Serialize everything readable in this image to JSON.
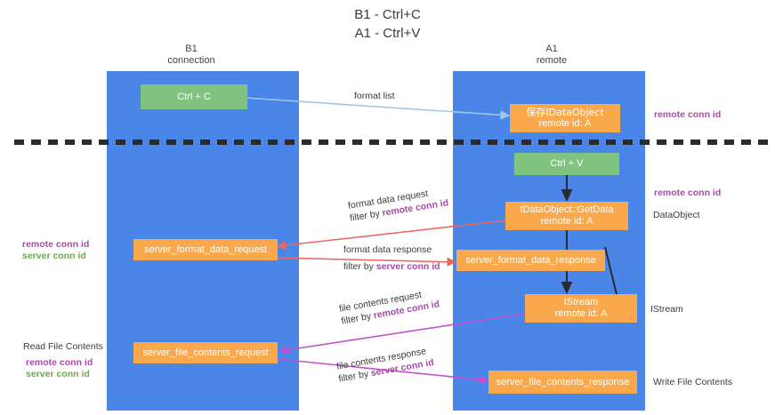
{
  "title": {
    "line1": "B1 - Ctrl+C",
    "line2": "A1 - Ctrl+V"
  },
  "lanes": [
    {
      "id": "b1",
      "name": "B1",
      "sub": "connection",
      "color": "#4a86e8"
    },
    {
      "id": "a1",
      "name": "A1",
      "sub": "remote",
      "color": "#4a86e8"
    }
  ],
  "boxes": {
    "ctrl_c": {
      "line1": "Ctrl + C",
      "line2": "",
      "color": "#7fc37f"
    },
    "save_idataobject": {
      "line1": "保存IDataObject",
      "line2": "remote id: A",
      "color": "#f9a94c"
    },
    "ctrl_v": {
      "line1": "Ctrl + V",
      "line2": "",
      "color": "#7fc37f"
    },
    "getdata": {
      "line1": "IDataObject::GetData",
      "line2": "remote id: A",
      "color": "#f9a94c"
    },
    "server_format_data_request": {
      "line1": "server_format_data_request",
      "line2": "",
      "color": "#f9a94c"
    },
    "server_format_data_response": {
      "line1": "server_format_data_response",
      "line2": "",
      "color": "#f9a94c"
    },
    "istream": {
      "line1": "IStream",
      "line2": "remote id: A",
      "color": "#f9a94c"
    },
    "server_file_contents_request": {
      "line1": "server_file_contents_request",
      "line2": "",
      "color": "#f9a94c"
    },
    "server_file_contents_response": {
      "line1": "server_file_contents_response",
      "line2": "",
      "color": "#f9a94c"
    }
  },
  "edge_labels": {
    "format_list": "format list",
    "format_data_request": {
      "line1": "format data request",
      "prefix": "filter by ",
      "key": "remote conn id"
    },
    "format_data_response": {
      "line1": "format data response",
      "prefix": "filter by ",
      "key": "server conn id"
    },
    "file_contents_request": {
      "line1": "file contents request",
      "prefix": "filter by ",
      "key": "remote conn id"
    },
    "file_contents_response": {
      "line1": "file contents response",
      "prefix": "filter by ",
      "key": "server conn id"
    }
  },
  "annotations": {
    "right_remote_conn_id_top": "remote conn id",
    "right_remote_conn_id_mid": "remote conn id",
    "right_dataobject": "DataObject",
    "right_istream": "IStream",
    "right_write_file_contents": "Write File Contents",
    "left_remote_conn_id_mid": "remote conn id",
    "left_server_conn_id_mid": "server conn id",
    "left_read_file_contents": "Read File Contents",
    "left_remote_conn_id_bottom": "remote conn id",
    "left_server_conn_id_bottom": "server conn id"
  },
  "colors": {
    "lane": "#4a86e8",
    "green_box": "#7fc37f",
    "orange_box": "#f9a94c",
    "purple": "#a64ca6",
    "green_text": "#6aa84f",
    "arrow_blue": "#9fc5e8",
    "arrow_red": "#e8685e",
    "arrow_magenta": "#c54fd0",
    "arrow_black": "#2b2b2b",
    "divider": "#2b2b2b",
    "background": "#ffffff"
  }
}
